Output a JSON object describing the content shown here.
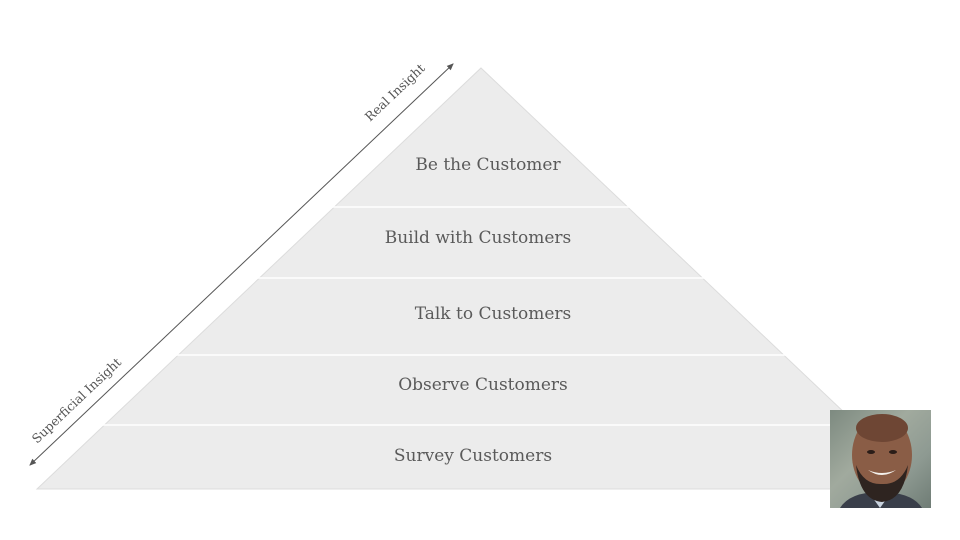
{
  "pyramid": {
    "levels": [
      {
        "label": "Be the Customer"
      },
      {
        "label": "Build with Customers"
      },
      {
        "label": "Talk to Customers"
      },
      {
        "label": "Observe Customers"
      },
      {
        "label": "Survey Customers"
      }
    ],
    "fill_color": "#ececec",
    "divider_color": "#ffffff"
  },
  "axis": {
    "top_label": "Real Insight",
    "bottom_label": "Superficial Insight"
  },
  "presenter": {
    "icon": "presenter-photo"
  }
}
